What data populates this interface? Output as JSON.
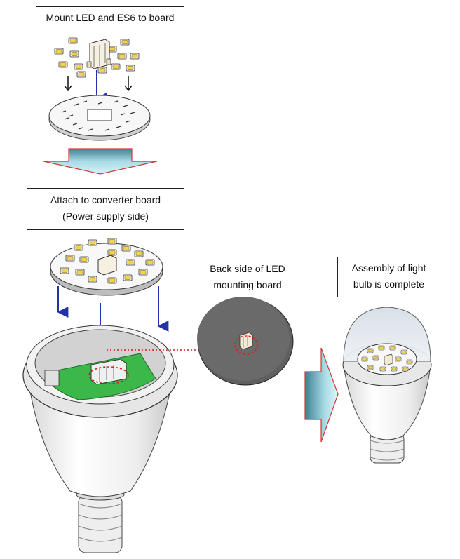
{
  "labels": {
    "step1": "Mount LED and ES6 to board",
    "step2_line1": "Attach to converter board",
    "step2_line2": "(Power supply side)",
    "back_line1": "Back side of LED",
    "back_line2": "mounting board",
    "done_line1": "Assembly of light",
    "done_line2": "bulb is complete"
  },
  "colors": {
    "flow_arrow_fill": "#7fb8c8",
    "flow_arrow_outline": "#d23a3a",
    "assembly_arrow": "#2233aa",
    "converter_board": "#3cb84a",
    "highlight_circle": "#d42020",
    "back_board": "#5f5f5f"
  },
  "icons": [
    "led-chip-icon",
    "es6-connector-icon"
  ]
}
